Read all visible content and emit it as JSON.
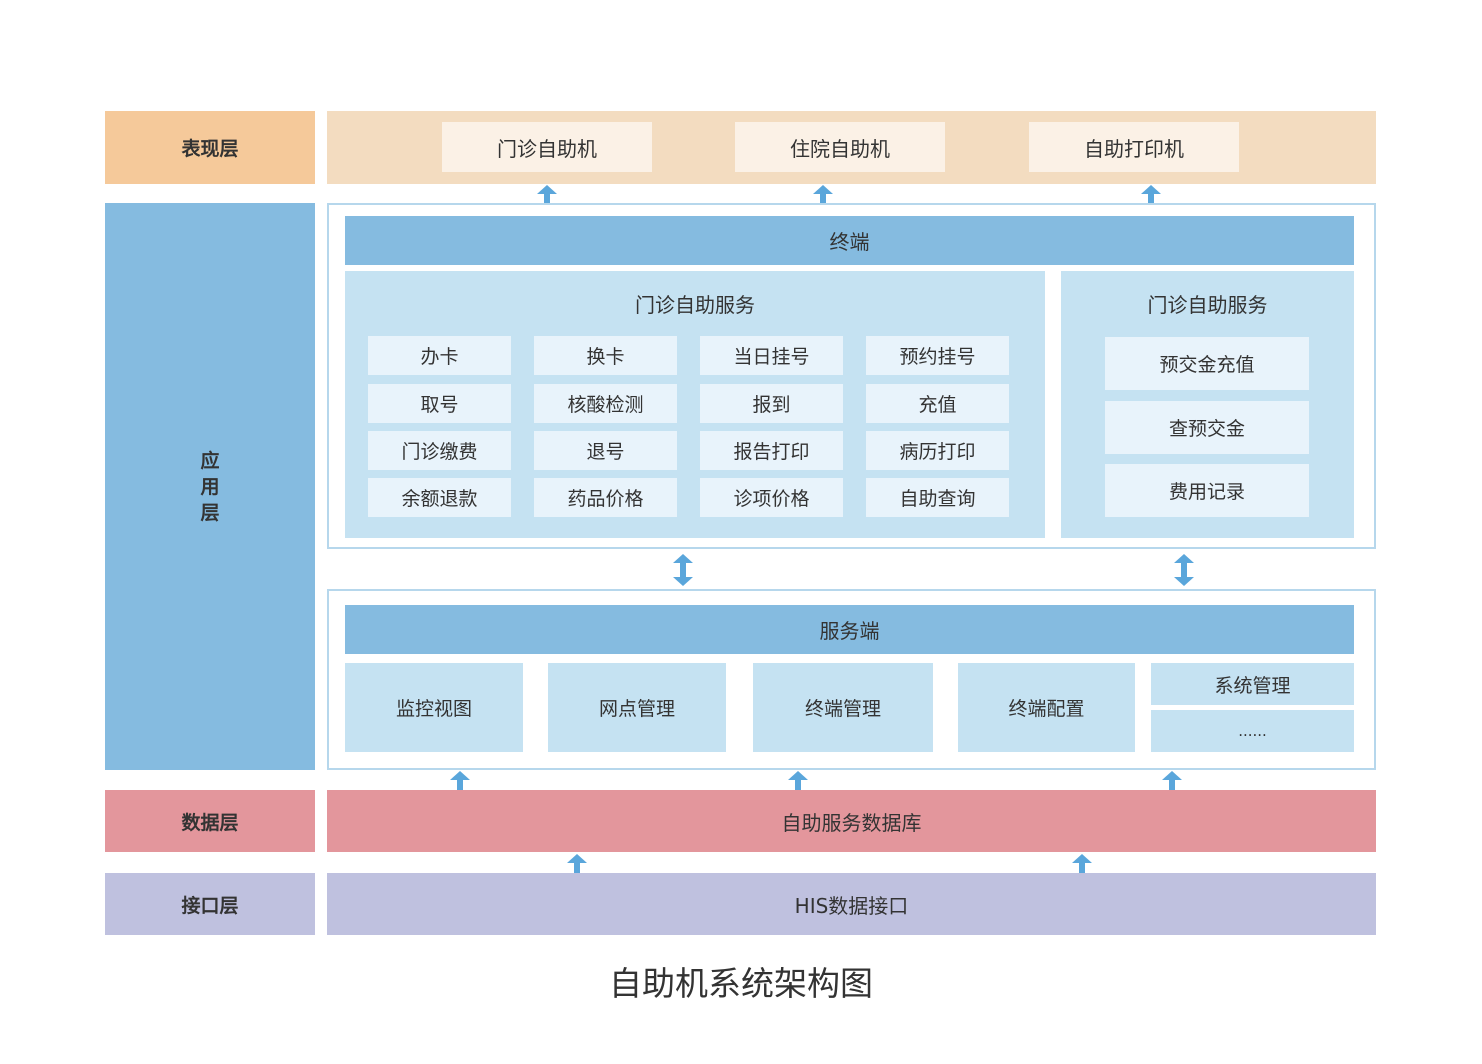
{
  "colors": {
    "presentation_label": "#f5c99a",
    "presentation_band": "#f3dcc0",
    "presentation_box": "#fbf1e6",
    "application": "#85bbe0",
    "module": "#c5e2f2",
    "cell": "#e8f3fb",
    "frame_border": "#b6d7ec",
    "data_layer": "#e3969c",
    "interface_layer": "#bfc1df",
    "arrow": "#5aa6db"
  },
  "layers": {
    "presentation": "表现层",
    "application": [
      "应",
      "用",
      "层"
    ],
    "data": "数据层",
    "interface": "接口层"
  },
  "presentation_items": [
    "门诊自助机",
    "住院自助机",
    "自助打印机"
  ],
  "terminal": {
    "title": "终端",
    "outpatient_service": {
      "title": "门诊自助服务",
      "items": [
        "办卡",
        "换卡",
        "当日挂号",
        "预约挂号",
        "取号",
        "核酸检测",
        "报到",
        "充值",
        "门诊缴费",
        "退号",
        "报告打印",
        "病历打印",
        "余额退款",
        "药品价格",
        "诊项价格",
        "自助查询"
      ]
    },
    "deposit_service": {
      "title": "门诊自助服务",
      "items": [
        "预交金充值",
        "查预交金",
        "费用记录"
      ]
    }
  },
  "server": {
    "title": "服务端",
    "items": [
      "监控视图",
      "网点管理",
      "终端管理",
      "终端配置"
    ],
    "system": "系统管理",
    "more": "......"
  },
  "database": "自助服务数据库",
  "interface": "HIS数据接口",
  "caption": "自助机系统架构图"
}
